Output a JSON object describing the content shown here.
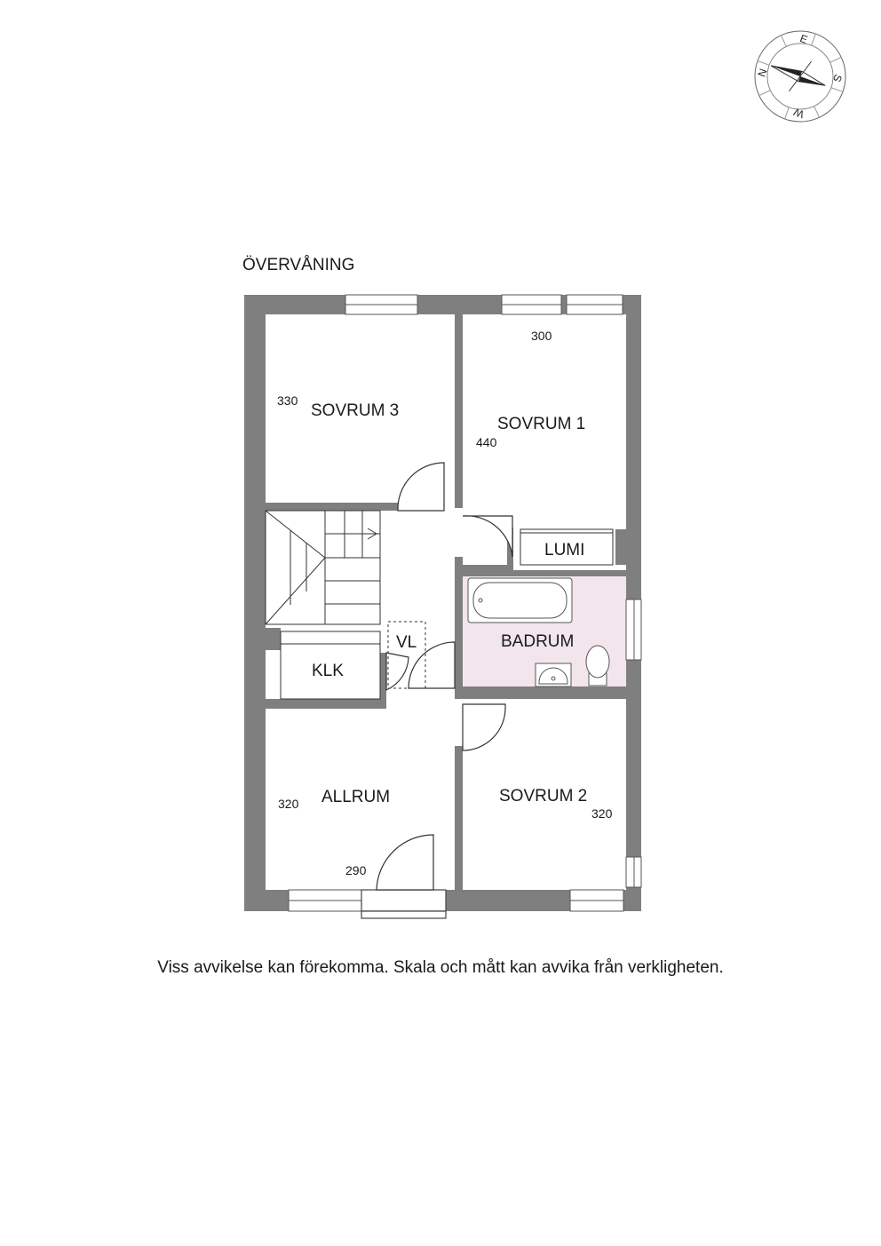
{
  "floor": {
    "title": "ÖVERVÅNING",
    "disclaimer": "Viss avvikelse kan förekomma. Skala och mått kan avvika från verkligheten."
  },
  "rooms": {
    "sovrum3": "SOVRUM 3",
    "sovrum1": "SOVRUM 1",
    "lumi": "LUMI",
    "badrum": "BADRUM",
    "vl": "VL",
    "klk": "KLK",
    "allrum": "ALLRUM",
    "sovrum2": "SOVRUM 2"
  },
  "dimensions": {
    "sovrum1_width": "300",
    "sovrum1_length": "440",
    "sovrum3_length": "330",
    "allrum_length": "320",
    "allrum_width": "290",
    "sovrum2_length": "320"
  },
  "compass": {
    "n": "N",
    "e": "E",
    "s": "S",
    "w": "W"
  },
  "colors": {
    "wall": "#7f7f7f",
    "bathroom": "#f2e6ec"
  }
}
